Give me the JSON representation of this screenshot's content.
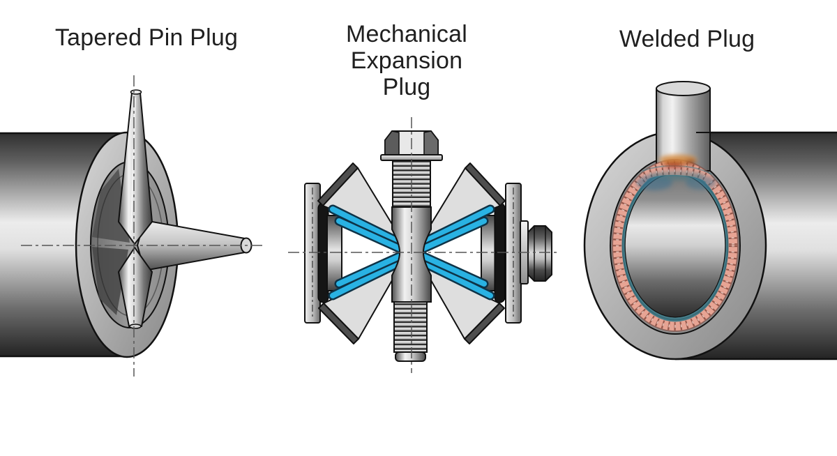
{
  "figure": {
    "background": "#ffffff",
    "panels": [
      {
        "id": "tapered-pin-plug",
        "title": "Tapered Pin Plug",
        "title_lines": [
          "Tapered Pin Plug"
        ]
      },
      {
        "id": "mechanical-expansion-plug",
        "title": "Mechanical Expansion Plug",
        "title_lines": [
          "Mechanical",
          "Expansion",
          "Plug"
        ]
      },
      {
        "id": "welded-plug",
        "title": "Welded Plug",
        "title_lines": [
          "Welded Plug"
        ]
      }
    ]
  },
  "colors": {
    "title-text": "#1f1f1f",
    "outline": "#111111",
    "centerline": "#555555",
    "seal-blue": "#29b2e3",
    "seal-blue-outline": "#0e3347",
    "weld-salmon": "#e7a494",
    "weld-bead-dark": "#8d5043",
    "weld-teal": "#3c7a88",
    "heat-orange": "#d4883c",
    "heat-red": "#a33b1f",
    "heat-blue": "#3c6f8e"
  }
}
